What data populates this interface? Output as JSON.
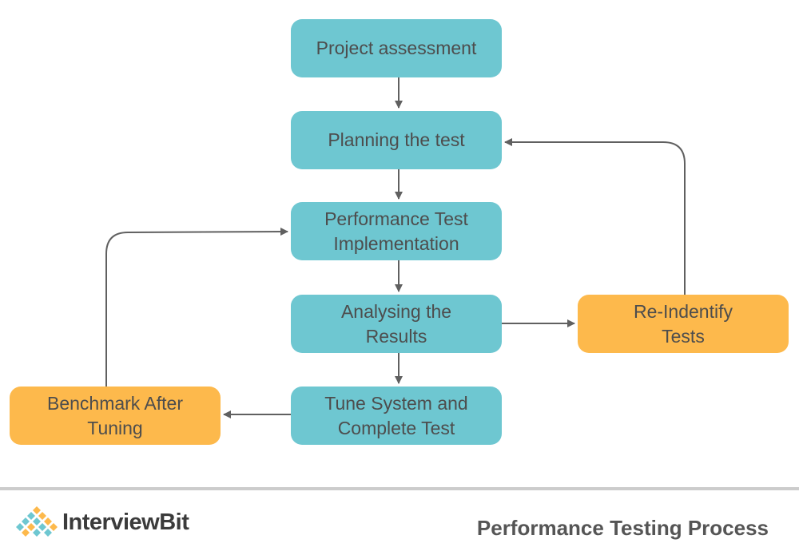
{
  "diagram": {
    "nodes": {
      "project": {
        "lines": [
          "Project assessment"
        ]
      },
      "planning": {
        "lines": [
          "Planning the test"
        ]
      },
      "implementation": {
        "lines": [
          "Performance Test",
          "Implementation"
        ]
      },
      "analysing": {
        "lines": [
          "Analysing the",
          "Results"
        ]
      },
      "tune": {
        "lines": [
          "Tune System and",
          "Complete Test"
        ]
      },
      "reidentify": {
        "lines": [
          "Re-Indentify",
          "Tests"
        ]
      },
      "benchmark": {
        "lines": [
          "Benchmark After",
          "Tuning"
        ]
      }
    },
    "edges": [
      {
        "from": "project",
        "to": "planning"
      },
      {
        "from": "planning",
        "to": "implementation"
      },
      {
        "from": "implementation",
        "to": "analysing"
      },
      {
        "from": "analysing",
        "to": "tune"
      },
      {
        "from": "analysing",
        "to": "reidentify"
      },
      {
        "from": "reidentify",
        "to": "planning"
      },
      {
        "from": "tune",
        "to": "benchmark"
      },
      {
        "from": "benchmark",
        "to": "implementation"
      }
    ]
  },
  "colors": {
    "primary_node": "#6ec7d1",
    "secondary_node": "#fdb94c",
    "node_text": "#4d4d4d",
    "connector": "#606060",
    "logo_teal": "#6ec7d1",
    "logo_orange": "#fdb94c"
  },
  "footer": {
    "brand": "InterviewBit",
    "title": "Performance Testing Process",
    "logo_icon": "interviewbit-logo-icon"
  }
}
